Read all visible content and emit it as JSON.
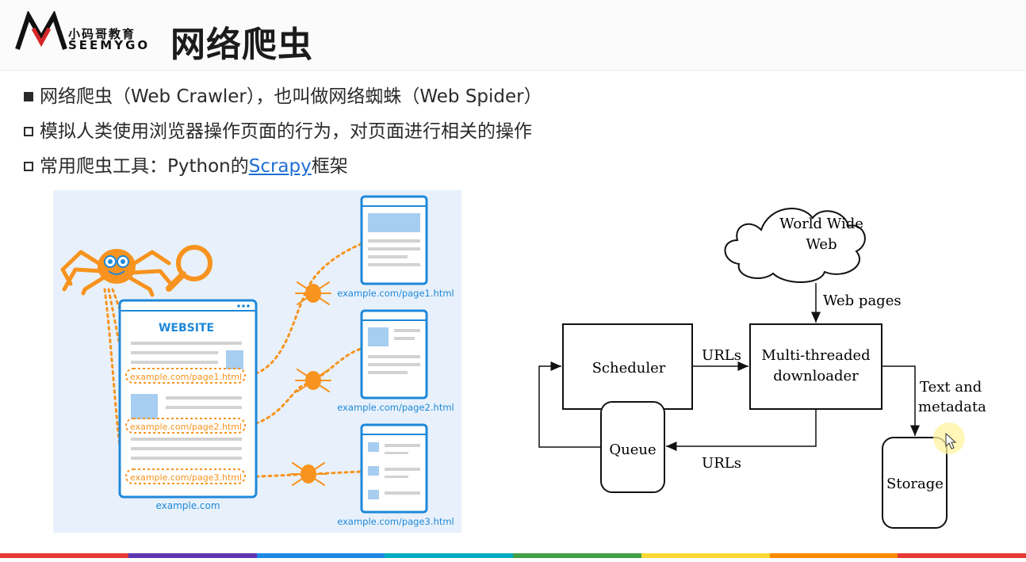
{
  "header": {
    "logo_cn": "小码哥教育",
    "logo_en": "SEEMYGO",
    "title": "网络爬虫"
  },
  "bullets": [
    {
      "marker": "filled",
      "text": "网络爬虫（Web Crawler），也叫做网络蜘蛛（Web Spider）"
    },
    {
      "marker": "hollow",
      "text": "模拟人类使用浏览器操作页面的行为，对页面进行相关的操作"
    },
    {
      "marker": "hollow",
      "prefix": "常用爬虫工具：Python的",
      "link": "Scrapy",
      "suffix": "框架"
    }
  ],
  "left_figure": {
    "site_heading": "WEBSITE",
    "site_caption": "example.com",
    "links": [
      "example.com/page1.html",
      "example.com/page2.html",
      "example.com/page3.html"
    ],
    "page_captions": [
      "example.com/page1.html",
      "example.com/page2.html",
      "example.com/page3.html"
    ],
    "colors": {
      "accent": "#f7931e",
      "blue": "#1e88d9",
      "bg": "#e8f1fb"
    }
  },
  "right_figure": {
    "cloud_line1": "World Wide",
    "cloud_line2": "Web",
    "web_pages_label": "Web pages",
    "scheduler": "Scheduler",
    "downloader_line1": "Multi-threaded",
    "downloader_line2": "downloader",
    "urls_top": "URLs",
    "urls_bottom": "URLs",
    "queue": "Queue",
    "text_meta_line1": "Text and",
    "text_meta_line2": "metadata",
    "storage": "Storage"
  },
  "bottom_bar_colors": [
    "#e53935",
    "#5e35b1",
    "#1e88e5",
    "#00acc1",
    "#43a047",
    "#fdd835",
    "#fb8c00",
    "#e53935"
  ]
}
